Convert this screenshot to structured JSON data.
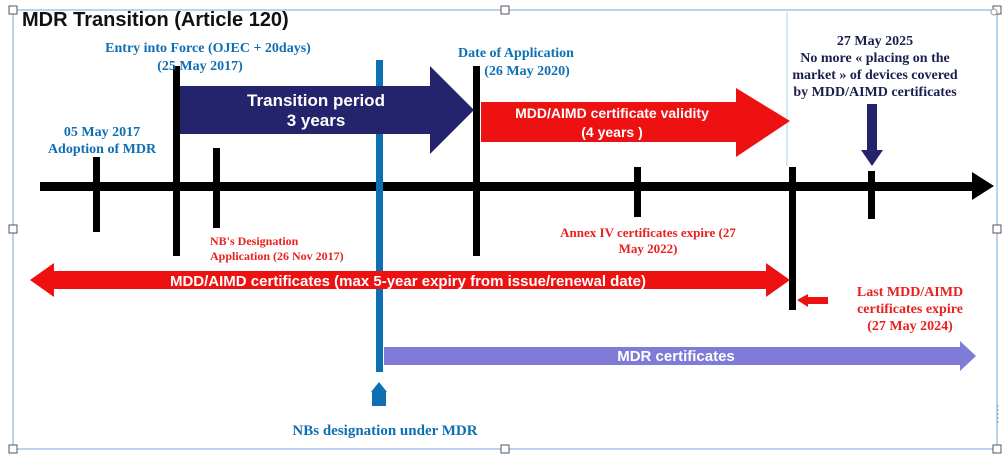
{
  "title": "MDR Transition (Article 120)",
  "labels": {
    "entry_into_force": "Entry into Force (OJEC + 20days)",
    "entry_into_force_date": "(25 May 2017)",
    "date_of_application": "Date of Application",
    "date_of_application_date": "(26 May 2020)",
    "end_2025": "27 May 2025\nNo more « placing on the\nmarket » of devices covered\nby MDD/AIMD certificates",
    "adoption": "05 May 2017\nAdoption of MDR",
    "nb_designation_application": "NB's Designation\nApplication (26 Nov 2017)",
    "annex_iv": "Annex IV certificates expire (27\nMay 2022)",
    "last_certificates": "Last MDD/AIMD\ncertificates expire\n(27 May 2024)",
    "nbs_designation": "NBs designation under MDR"
  },
  "arrows": {
    "transition_period": "Transition period\n3 years",
    "mdd_validity": "MDD/AIMD certificate validity\n(4 years )",
    "mdd_certificates": "MDD/AIMD certificates (max 5-year expiry from issue/renewal date)",
    "mdr_certificates": "MDR certificates"
  },
  "colors": {
    "navy": "#23246b",
    "red": "#ee1111",
    "lavender": "#7f7bd6",
    "blue": "#0f6fb3",
    "black": "#000000"
  }
}
